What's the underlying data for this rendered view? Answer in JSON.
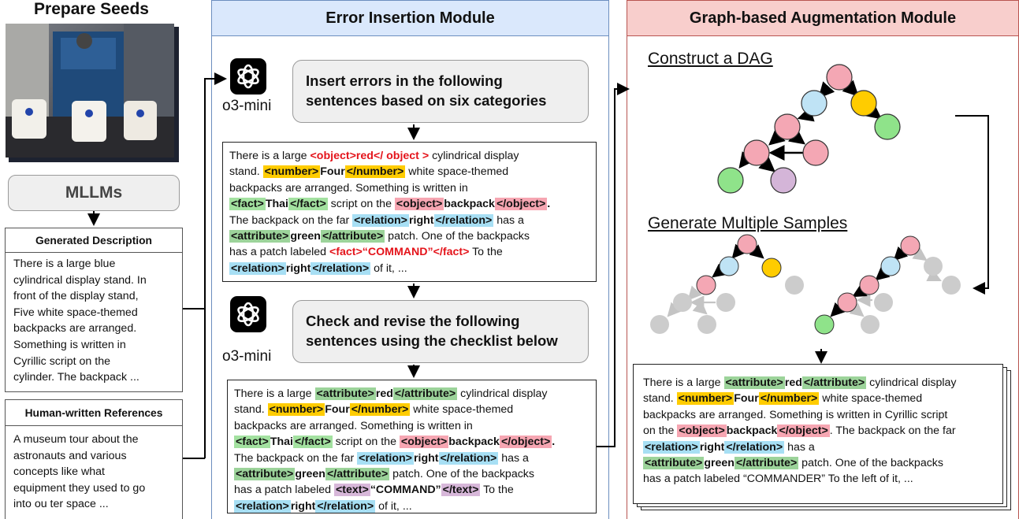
{
  "prepare": {
    "title": "Prepare Seeds",
    "mllm_label": "MLLMs",
    "generated_title": "Generated Description",
    "generated_lines": [
      "There is a large blue",
      "cylindrical display stand. In",
      "front of the display stand,",
      "Five white space-themed",
      "backpacks are arranged.",
      "Something is written in",
      "Cyrillic script on the",
      "cylinder. The backpack ..."
    ],
    "human_title": "Human-written References",
    "human_lines": [
      "A museum tour about the",
      "astronauts and various",
      "concepts like what",
      "equipment they used to go",
      "into ou ter space ..."
    ]
  },
  "error_module": {
    "title": "Error Insertion Module",
    "model1": "o3-mini",
    "prompt1_lines": [
      "Insert errors in the following",
      "sentences based on six categories"
    ],
    "model2": "o3-mini",
    "prompt2_lines": [
      "Check and revise the following",
      "sentences using the checklist below"
    ],
    "box1": {
      "l1a": "There is a large ",
      "l1tag": "<object>red</ object >",
      "l1b": " cylindrical display",
      "l2a": "stand. ",
      "l2t1": "<number>",
      "l2w": "Four",
      "l2t2": "</number>",
      "l2b": " white space-themed",
      "l3": "backpacks are arranged. Something is written in",
      "l4t1": "<fact>",
      "l4w": "Thai",
      "l4t2": "</fact>",
      "l4b": " script on the ",
      "l4t3": "<object>",
      "l4w2": "backpack",
      "l4t4": "</object>",
      "l4c": ".",
      "l5a": "The backpack on the far ",
      "l5t1": "<relation>",
      "l5w": "right",
      "l5t2": "</relation>",
      "l5b": " has a",
      "l6t1": "<attribute>",
      "l6w": "green",
      "l6t2": "</attribute>",
      "l6b": " patch. One of the backpacks",
      "l7a": "has a patch labeled ",
      "l7tag": "<fact>“COMMAND”</fact>",
      "l7b": "  To the",
      "l8t1": "<relation>",
      "l8w": "right",
      "l8t2": "</relation>",
      "l8b": " of it, ..."
    },
    "box2": {
      "l1a": "There is a large ",
      "l1t1": "<attribute>",
      "l1w": "red",
      "l1t2": "</attribute>",
      "l1b": " cylindrical display",
      "l2a": "stand. ",
      "l2t1": "<number>",
      "l2w": "Four",
      "l2t2": "</number>",
      "l2b": " white space-themed",
      "l3": "backpacks are arranged. Something is written in",
      "l4t1": "<fact>",
      "l4w": "Thai",
      "l4t2": "</fact>",
      "l4b": " script on the ",
      "l4t3": "<object>",
      "l4w2": "backpack",
      "l4t4": "</object>",
      "l4c": ".",
      "l5a": "The backpack on the far ",
      "l5t1": "<relation>",
      "l5w": "right",
      "l5t2": "</relation>",
      "l5b": " has a",
      "l6t1": "<attribute>",
      "l6w": "green",
      "l6t2": "</attribute>",
      "l6b": " patch. One of the backpacks",
      "l7a": "has a patch labeled ",
      "l7t1": "<text>",
      "l7w": "“COMMAND”",
      "l7t2": "</text>",
      "l7b": "  To the",
      "l8t1": "<relation>",
      "l8w": "right",
      "l8t2": "</relation>",
      "l8b": " of it, ..."
    }
  },
  "graph_module": {
    "title": "Graph-based Augmentation Module",
    "construct_label": "Construct a DAG",
    "generate_label": "Generate Multiple Samples",
    "out": {
      "l1a": "There is a large ",
      "l1t1": "<attribute>",
      "l1w": "red",
      "l1t2": "</attribute>",
      "l1b": " cylindrical display",
      "l2a": "stand. ",
      "l2t1": "<number>",
      "l2w": "Four",
      "l2t2": "</number>",
      "l2b": " white space-themed",
      "l3": "backpacks are arranged. Something is written in Cyrillic script",
      "l4a": "on the ",
      "l4t1": "<object>",
      "l4w": "backpack",
      "l4t2": "</object>",
      "l4b": ". The backpack on the far",
      "l5t1": "<relation>",
      "l5w": "right",
      "l5t2": "</relation>",
      "l5b": " has a",
      "l6t1": "<attribute>",
      "l6w": "green",
      "l6t2": "</attribute>",
      "l6b": " patch. One of the backpacks",
      "l7": "has a patch labeled “COMMANDER” To the left of it, ..."
    }
  },
  "colors": {
    "error_header_bg": "#dae8fc",
    "error_header_border": "#6c8ebf",
    "graph_header_bg": "#f8cecc",
    "graph_header_border": "#b85450",
    "node_pink": "#f4a7b4",
    "node_blue": "#bfe3f5",
    "node_yellow": "#ffcc00",
    "node_green": "#8fe38a",
    "node_purple": "#d4b5d8",
    "node_gray": "#cccccc"
  }
}
